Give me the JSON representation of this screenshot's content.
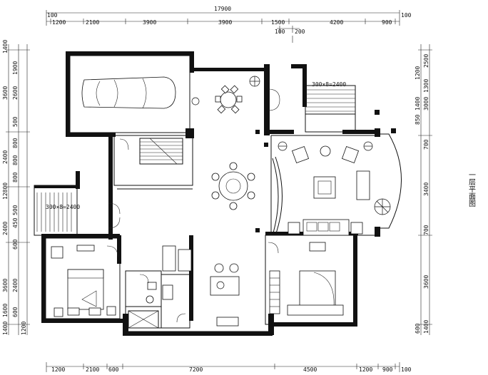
{
  "drawing": {
    "title": "一层平面图"
  },
  "dimensions": {
    "top_total": "17900",
    "top_right_end": "100",
    "top_left_end": "100",
    "top_segments": [
      "1200",
      "2100",
      "3900",
      "3900",
      "1500",
      "4200",
      "900"
    ],
    "top_sub": [
      "100",
      "200"
    ],
    "bottom_segments": [
      "1200",
      "2100",
      "600",
      "7200",
      "4500",
      "1200",
      "900"
    ],
    "bottom_end": "100",
    "left_outer": [
      "1400",
      "3600",
      "2400",
      "12800",
      "2400",
      "3600",
      "1600",
      "1400"
    ],
    "left_inner": [
      "1900",
      "2600",
      "500",
      "800",
      "800",
      "800",
      "500",
      "450",
      "600",
      "2400",
      "600",
      "1200"
    ],
    "right_outer": [
      "2500",
      "1300",
      "850",
      "3000",
      "700",
      "3400",
      "700",
      "3600",
      "1400"
    ],
    "right_inner": [
      "1200",
      "1400",
      "600"
    ],
    "stair_right": "300×8=2400",
    "stair_left": "300×8=2400"
  }
}
